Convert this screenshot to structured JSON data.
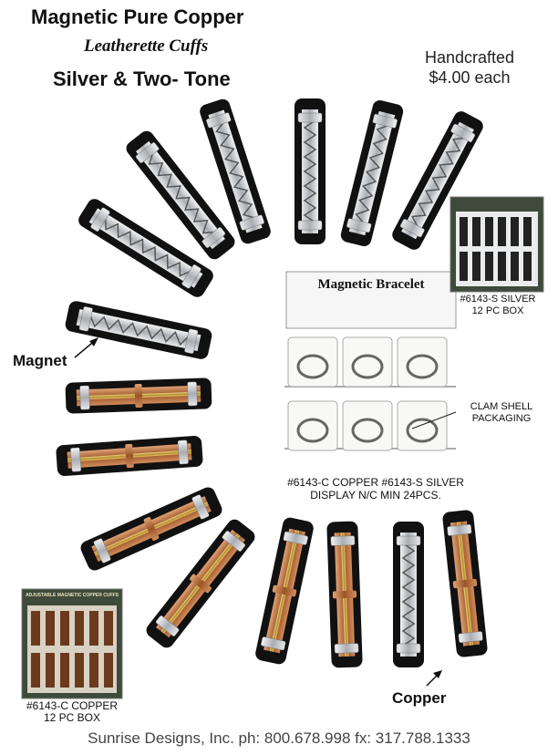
{
  "header": {
    "title_line1": "Magnetic Pure Copper",
    "title_line2": "Leatherette Cuffs",
    "title_line3": "Silver & Two- Tone"
  },
  "price": {
    "line1": "Handcrafted",
    "line2": "$4.00 each"
  },
  "labels": {
    "magnet": "Magnet",
    "copper": "Copper",
    "silver_box_line1": "#6143-S SILVER",
    "silver_box_line2": "12 PC BOX",
    "clam_line1": "CLAM SHELL",
    "clam_line2": "PACKAGING",
    "display_line1": "#6143-C COPPER  #6143-S SILVER",
    "display_line2": "DISPLAY N/C MIN 24PCS.",
    "copper_box_line1": "#6143-C COPPER",
    "copper_box_line2": "12 PC BOX"
  },
  "display": {
    "sign": "Magnetic Bracelet"
  },
  "copper_box": {
    "header": "ADJUSTABLE MAGNETIC COPPER CUFFS"
  },
  "footer": {
    "text": "Sunrise Designs, Inc. ph: 800.678.998 fx: 317.788.1333"
  },
  "colors": {
    "leather": "#111111",
    "silver": "#c8ccd0",
    "copper": "#b8703a",
    "gold": "#c9a441",
    "box_green": "#3e4a3a"
  }
}
